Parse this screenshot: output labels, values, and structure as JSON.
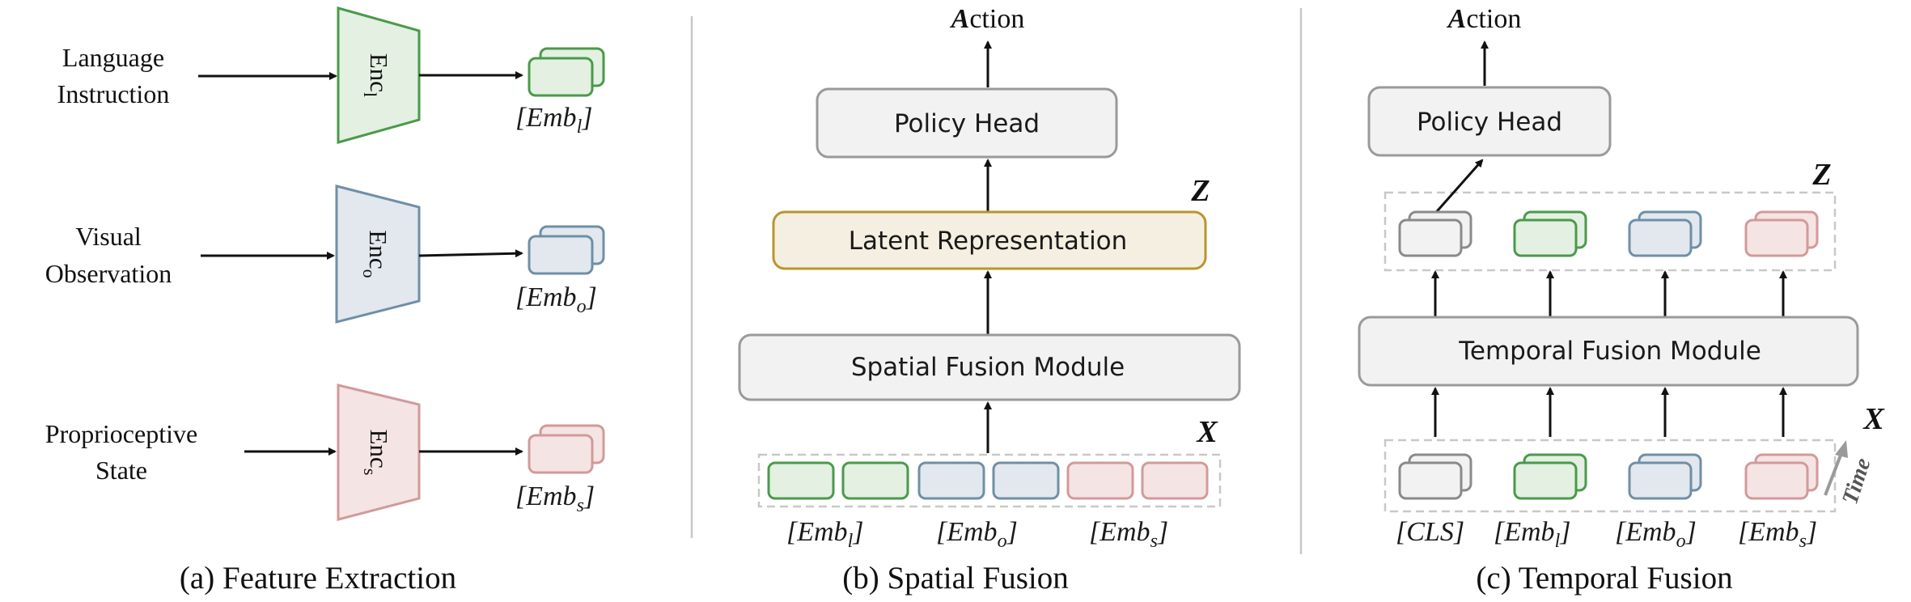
{
  "panel_a": {
    "caption": "(a) Feature Extraction",
    "inputs": [
      {
        "line1": "Language",
        "line2": "Instruction",
        "encoder": "Enc",
        "sub": "l",
        "emb": "[Emb",
        "emb_sub": "l",
        "emb_end": "]",
        "stroke": "#4a9a4a",
        "fill": "#e3f0e2"
      },
      {
        "line1": "Visual",
        "line2": "Observation",
        "encoder": "Enc",
        "sub": "o",
        "emb": "[Emb",
        "emb_sub": "o",
        "emb_end": "]",
        "stroke": "#6f8fa6",
        "fill": "#e2e8ee"
      },
      {
        "line1": "Proprioceptive",
        "line2": "State",
        "encoder": "Enc",
        "sub": "s",
        "emb": "[Emb",
        "emb_sub": "s",
        "emb_end": "]",
        "stroke": "#d29a9a",
        "fill": "#f5e4e4"
      }
    ]
  },
  "panel_b": {
    "caption": "(b) Spatial Fusion",
    "action_bold": "A",
    "action_rest": "ction",
    "policy_head": "Policy Head",
    "latent": "Latent Representation",
    "z_label": "Z",
    "fusion": "Spatial Fusion Module",
    "x_label": "X",
    "emb_labels": [
      {
        "main": "[Emb",
        "sub": "l",
        "end": "]"
      },
      {
        "main": "[Emb",
        "sub": "o",
        "end": "]"
      },
      {
        "main": "[Emb",
        "sub": "s",
        "end": "]"
      }
    ]
  },
  "panel_c": {
    "caption": "(c) Temporal Fusion",
    "action_bold": "A",
    "action_rest": "ction",
    "policy_head": "Policy Head",
    "z_label": "Z",
    "fusion": "Temporal Fusion Module",
    "x_label": "X",
    "time_label": "Time",
    "token_labels": [
      {
        "main": "[CLS]",
        "sub": "",
        "end": ""
      },
      {
        "main": "[Emb",
        "sub": "l",
        "end": "]"
      },
      {
        "main": "[Emb",
        "sub": "o",
        "end": "]"
      },
      {
        "main": "[Emb",
        "sub": "s",
        "end": "]"
      }
    ]
  },
  "colors": {
    "green_stroke": "#4a9a4a",
    "green_fill": "#e3f0e2",
    "blue_stroke": "#6f8fa6",
    "blue_fill": "#e2e8ee",
    "red_stroke": "#d29a9a",
    "red_fill": "#f5e4e4",
    "gray_stroke": "#8a8a8a",
    "gray_fill": "#f2f2f2",
    "latent_stroke": "#b8962e",
    "latent_fill": "#f4efe0"
  }
}
